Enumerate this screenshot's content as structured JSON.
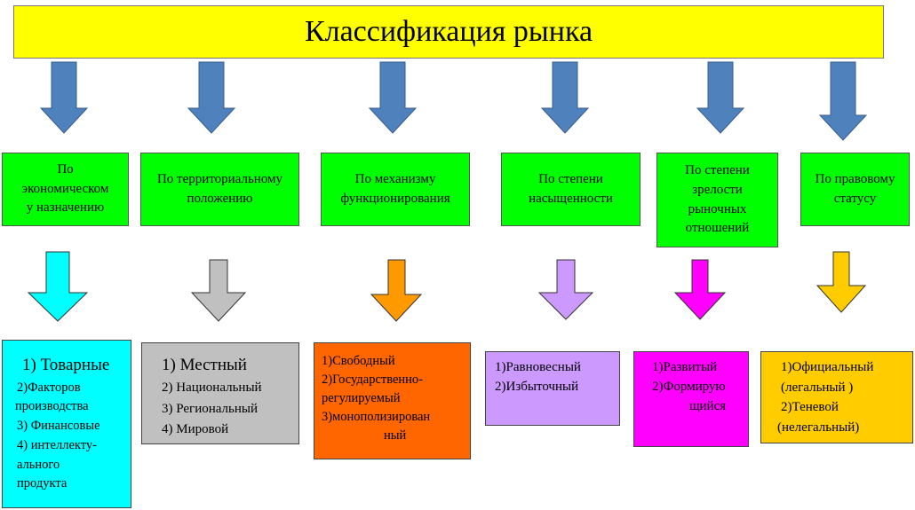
{
  "title": "Классификация рынка",
  "categories": [
    {
      "label": "По экономическом у назначению"
    },
    {
      "label": "По территориальному положению"
    },
    {
      "label": "По механизму функционирования"
    },
    {
      "label": "По степени насыщенности"
    },
    {
      "label": "По степени зрелости рыночных отношений"
    },
    {
      "label": "По правовому статусу"
    }
  ],
  "details": [
    {
      "color": "#00ffff",
      "lines": [
        "1) Товарные",
        "2)Факторов",
        "производства",
        "3) Финансовые",
        "4) интеллекту-",
        "ального",
        "продукта"
      ]
    },
    {
      "color": "#c0c0c0",
      "lines": [
        "1) Местный",
        "2) Национальный",
        "3) Региональный",
        "4) Мировой"
      ]
    },
    {
      "color": "#ff6600",
      "lines": [
        "1)Свободный",
        "2)Государственно-",
        "регулируемый",
        "3)монополизирован",
        "ный"
      ]
    },
    {
      "color": "#cc99ff",
      "lines": [
        "1)Равновесный",
        "2)Избыточный"
      ]
    },
    {
      "color": "#ff00ff",
      "lines": [
        "1)Развитый",
        "2)Формирую",
        "щийся"
      ]
    },
    {
      "color": "#ffcc00",
      "lines": [
        "1)Официальный",
        "(легальный )",
        "2)Теневой",
        "(нелегальный)"
      ]
    }
  ],
  "colors": {
    "title_bg": "#ffff00",
    "category_bg": "#00ff00",
    "top_arrow": "#4f81bd"
  }
}
